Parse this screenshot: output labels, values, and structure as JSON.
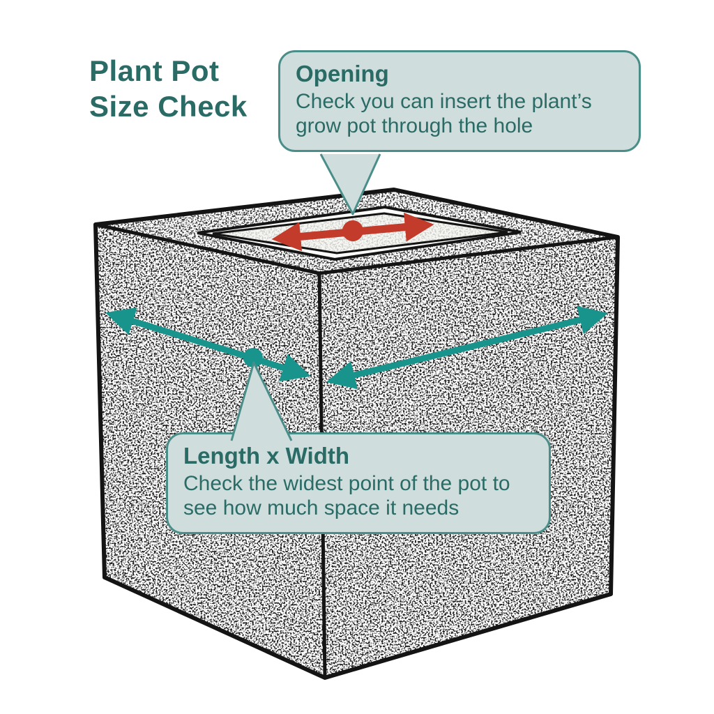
{
  "title": {
    "line1": "Plant Pot",
    "line2": "Size Check"
  },
  "callout_opening": {
    "heading": "Opening",
    "body": "Check you can insert the plant’s grow pot through the hole"
  },
  "callout_length_width": {
    "heading": "Length x Width",
    "body": "Check the widest point of the pot to see how much space it needs"
  },
  "diagram": {
    "colors": {
      "accent_red": "#c23b2b",
      "accent_teal": "#18948d",
      "text_teal": "#2a6b66",
      "bubble_fill": "#cfdedd",
      "bubble_border": "#4a8e89",
      "outline_black": "#141414"
    }
  }
}
